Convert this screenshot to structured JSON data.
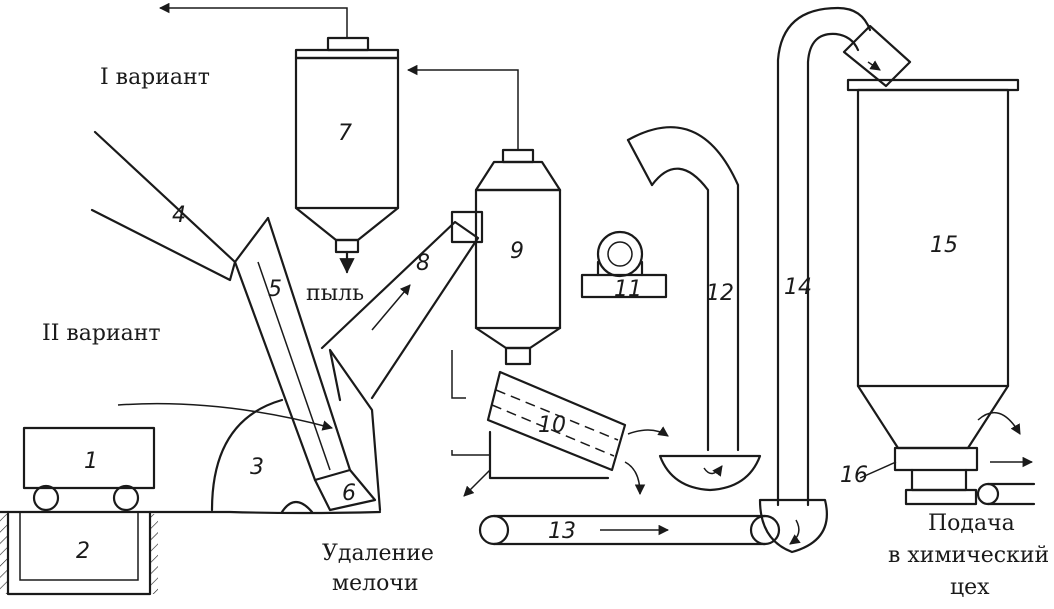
{
  "labels": {
    "variant1": "I вариант",
    "variant2": "II вариант",
    "dust": "пыль",
    "fines_removal_1": "Удаление",
    "fines_removal_2": "мелочи",
    "feed_1": "Подача",
    "feed_2": "в химический",
    "feed_3": "цех"
  },
  "numbers": {
    "n1": "1",
    "n2": "2",
    "n3": "3",
    "n4": "4",
    "n5": "5",
    "n6": "6",
    "n7": "7",
    "n8": "8",
    "n9": "9",
    "n10": "10",
    "n11": "11",
    "n12": "12",
    "n13": "13",
    "n14": "14",
    "n15": "15",
    "n16": "16"
  }
}
